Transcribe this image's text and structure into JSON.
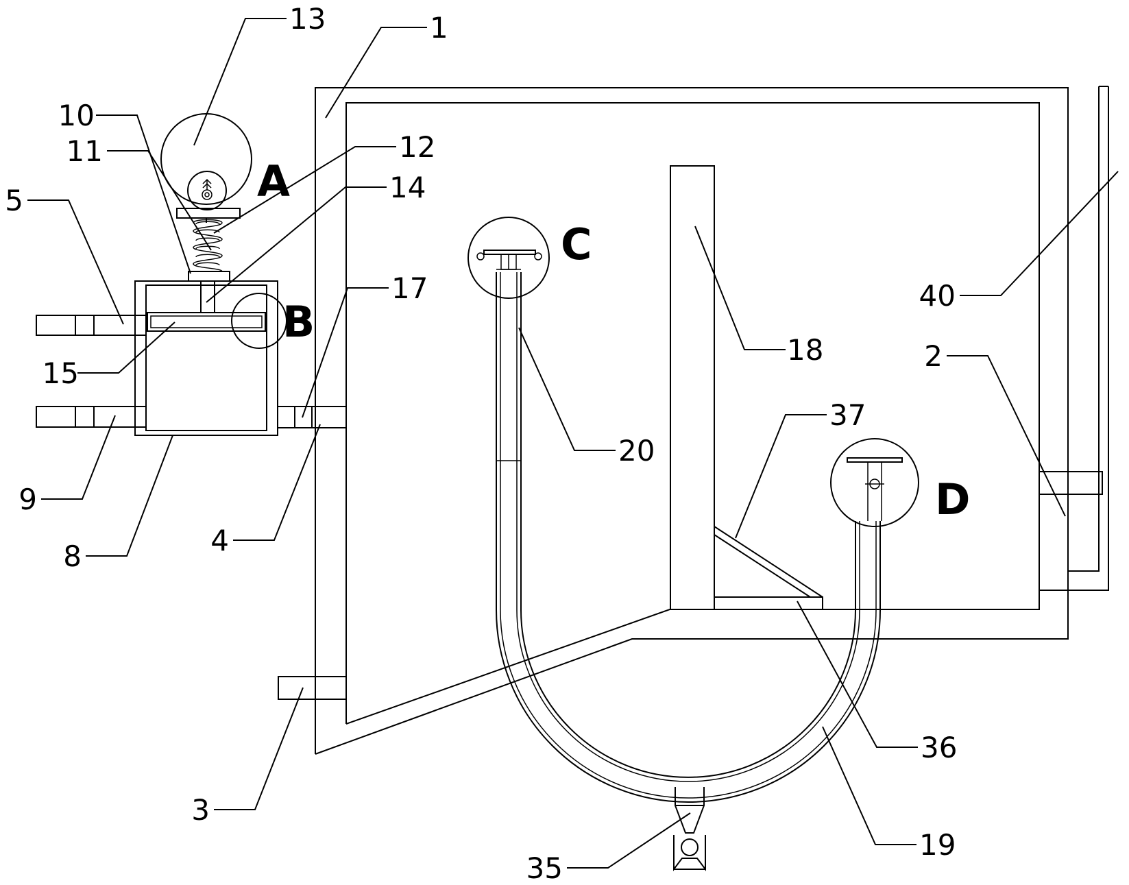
{
  "labels": {
    "n1": "1",
    "n2": "2",
    "n3": "3",
    "n4": "4",
    "n5": "5",
    "n8": "8",
    "n9": "9",
    "n10": "10",
    "n11": "11",
    "n12": "12",
    "n13": "13",
    "n14": "14",
    "n15": "15",
    "n17": "17",
    "n18": "18",
    "n19": "19",
    "n20": "20",
    "n35": "35",
    "n36": "36",
    "n37": "37",
    "n40": "40"
  },
  "details": {
    "A": "A",
    "B": "B",
    "C": "C",
    "D": "D"
  }
}
